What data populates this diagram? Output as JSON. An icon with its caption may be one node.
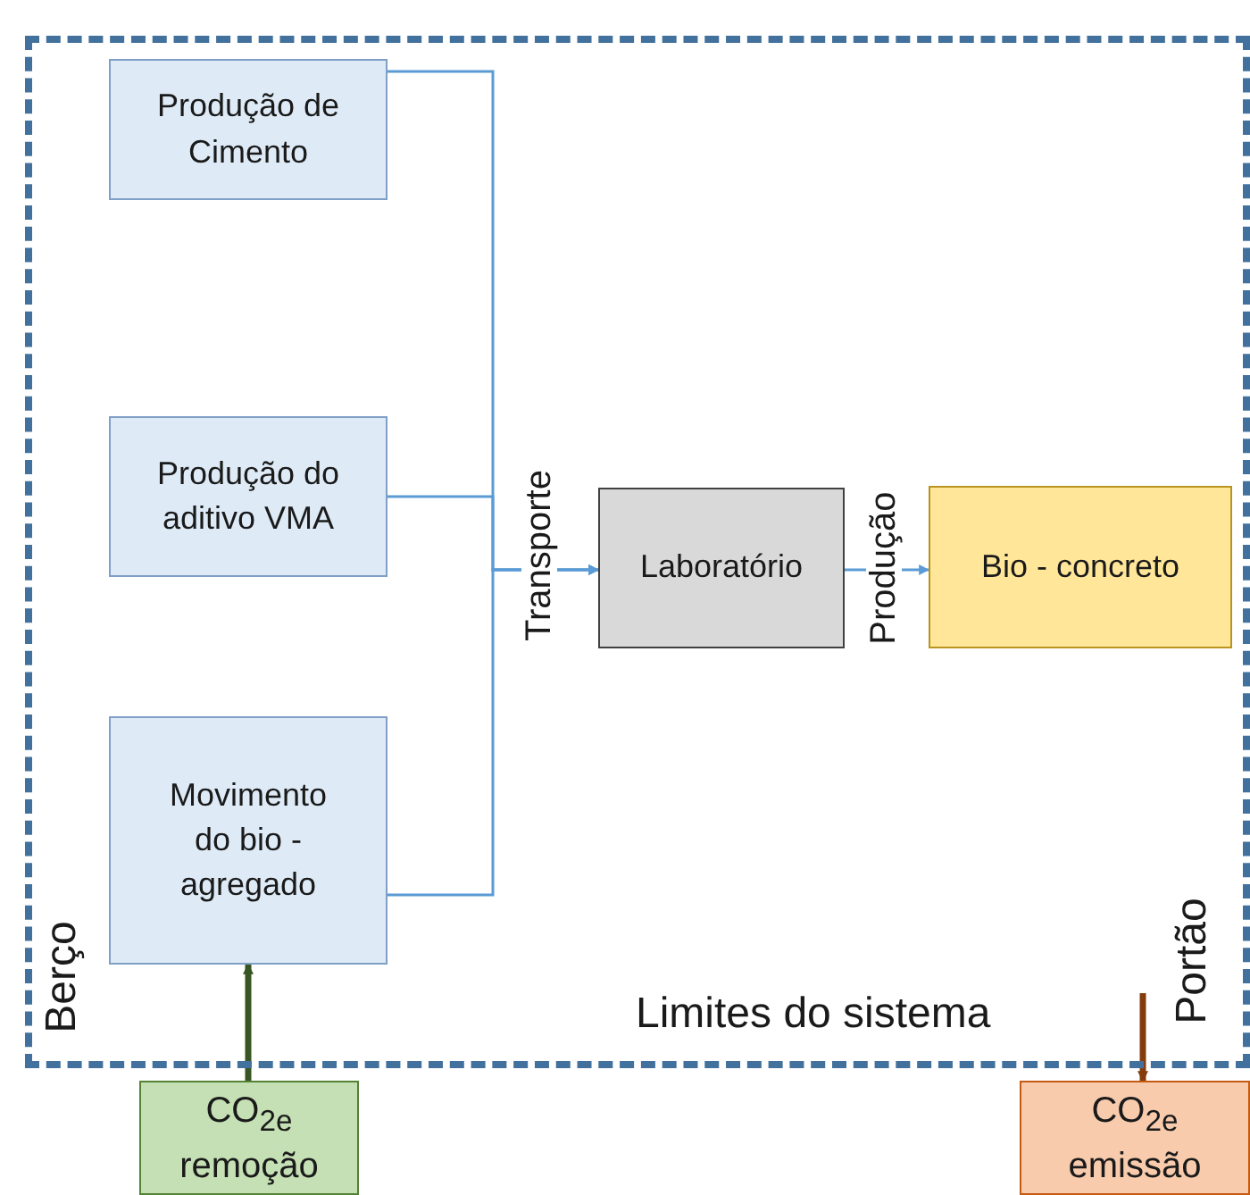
{
  "diagram": {
    "nodes": [
      {
        "text": [
          "Limites do sistema"
        ]
      },
      {
        "text": [
          "Produção de Cimento"
        ],
        "in": 0
      },
      {
        "text": [
          "Produção do aditivo VMA"
        ],
        "in": 0
      },
      {
        "text": [
          "Movimento do bio - agregado"
        ],
        "in": 0
      },
      {
        "text": [
          "Laboratório"
        ],
        "in": 0
      },
      {
        "text": [
          "Bio - concreto"
        ],
        "in": 0
      },
      {
        "text": [
          "CO$_{2e}$ remoção"
        ]
      },
      {
        "text": [
          "CO$_{2e}$ emissão"
        ]
      }
    ],
    "edges": [
      {
        "from": 1,
        "to": 4,
        "arrow": "to"
      },
      {
        "from": 2,
        "to": 4,
        "arrow": "to",
        "label": "Transporte"
      },
      {
        "from": 3,
        "to": 4,
        "arrow": "to"
      },
      {
        "from": 4,
        "to": 5,
        "arrow": "to",
        "label": "Produção"
      },
      {
        "from": 6,
        "to": 3,
        "arrow": "to",
        "style": "thick",
        "color": "#375623"
      },
      {
        "from": null,
        "to": 7,
        "arrow": "to",
        "style": "thick",
        "color": "#843c0c"
      }
    ],
    "labels": [
      "Berço",
      "Portão"
    ]
  }
}
